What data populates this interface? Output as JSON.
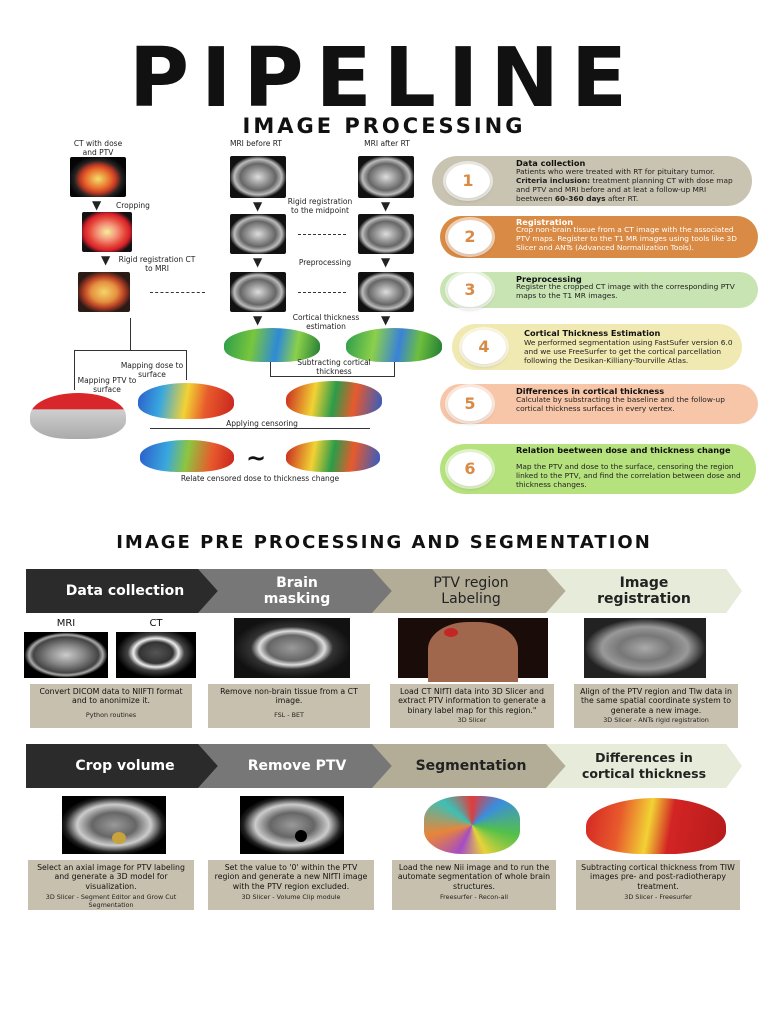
{
  "header": {
    "title": "PIPELINE",
    "subtitle": "IMAGE PROCESSING"
  },
  "diagram": {
    "col_ct": "CT with dose and PTV",
    "col_mri_before": "MRI before RT",
    "col_mri_after": "MRI after RT",
    "cropping": "Cropping",
    "rigid_ct_mri": "Rigid registration CT to MRI",
    "rigid_mid": "Rigid registration to the midpoint",
    "preprocessing": "Preprocessing",
    "cortical_est": "Cortical thickness estimation",
    "mapping_dose": "Mapping dose to surface",
    "mapping_ptv": "Mapping PTV to surface",
    "subtracting": "Subtracting cortical thickness",
    "censoring": "Applying censoring",
    "relate": "Relate censored dose to thickness change",
    "tilde": "~"
  },
  "steps": [
    {
      "num": "1",
      "title": "Data collection",
      "desc_a": "Patients who were treated with RT for pituitary tumor. ",
      "desc_bold": "Criteria inclusion:",
      "desc_b": " treatment planning CT with dose map and PTV and MRI before and at leat a follow-up MRI beetween ",
      "desc_bold2": "60-360 days",
      "desc_c": " after RT.",
      "color": "#c9c4b2"
    },
    {
      "num": "2",
      "title": "Registration",
      "desc": "Crop non-brain tissue from a CT image with the associated PTV maps. Register to the T1 MR images using tools like 3D Slicer and ANTs (Advanced Normalization Tools).",
      "color": "#d98a44"
    },
    {
      "num": "3",
      "title": "Preprocessing",
      "desc": "Register the cropped CT image with the corresponding PTV maps to the T1 MR images.",
      "color": "#c9e4b3"
    },
    {
      "num": "4",
      "title": "Cortical Thickness Estimation",
      "desc": "We performed segmentation using FastSufer version 6.0 and we use FreeSurfer to get the cortical parcellation following the Desikan-Killiany-Tourville Atlas.",
      "color": "#f1e9b2"
    },
    {
      "num": "5",
      "title": "Differences in cortical thickness",
      "desc": "Calculate by substracting the baseline and the follow-up cortical thickness surfaces in every vertex.",
      "color": "#f7c6a9"
    },
    {
      "num": "6",
      "title": "Relation beetween dose and thickness change",
      "desc": "Map the PTV and dose to the surface, censoring the region linked to the PTV, and find the correlation between dose and thickness changes.",
      "color": "#b5e27c"
    }
  ],
  "section2": {
    "title": "IMAGE PRE PROCESSING AND SEGMENTATION"
  },
  "row1": [
    {
      "label": "Data collection",
      "caption": "Convert DICOM data to NIIFTI format and to anonimize it.",
      "tool": "Python routines",
      "img_labels": [
        "MRI",
        "CT"
      ]
    },
    {
      "label": "Brain masking",
      "caption": "Remove non-brain tissue from a CT image.",
      "tool": "FSL - BET"
    },
    {
      "label": "PTV region Labeling",
      "caption": "Load CT NIfTI data into 3D Slicer and extract PTV information to generate a binary label map for this region.\"",
      "tool": "3D Slicer"
    },
    {
      "label": "Image registration",
      "caption": "Align of the PTV region and Tlw data in the same spatial coordinate system to generate a new image.",
      "tool": "3D Slicer - ANTs rigid registration"
    }
  ],
  "row2": [
    {
      "label": "Crop volume",
      "caption": "Select an axial image for PTV labeling and generate a 3D model for visualization.",
      "tool": "3D Slicer - Segment Editor and Grow Cut Segmentation"
    },
    {
      "label": "Remove PTV",
      "caption": "Set the value to '0' within the PTV region and generate a new NIfTI image with the PTV region excluded.",
      "tool": "3D Slicer - Volume Clip module"
    },
    {
      "label": "Segmentation",
      "caption": "Load the new Nii image and to run the automate segmentation of whole brain structures.",
      "tool": "Freesurfer - Recon-all"
    },
    {
      "label": "Differences in cortical thickness",
      "caption": "Subtracting cortical thickness from TIW images pre- and post-radiotherapy treatment.",
      "tool": "3D Slicer - Freesurfer"
    }
  ],
  "colors": {
    "dark": "#2b2b2b",
    "mid": "#777777",
    "tan": "#b3ad98",
    "light": "#e7ebd9"
  }
}
